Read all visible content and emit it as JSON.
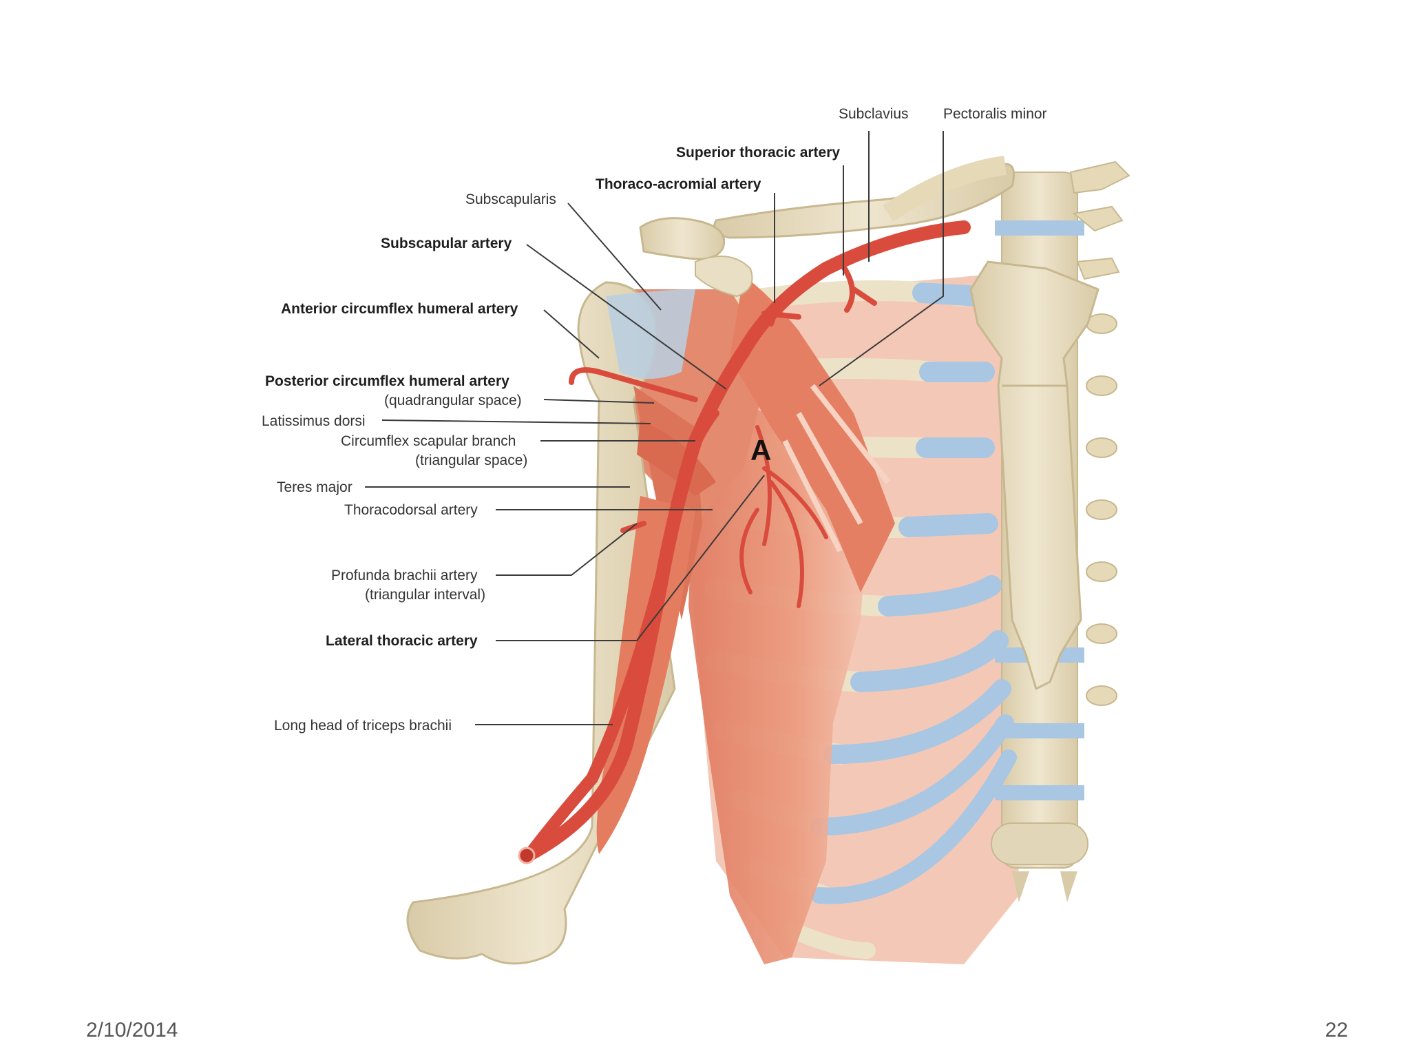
{
  "slide": {
    "date": "2/10/2014",
    "page_number": "22"
  },
  "diagram": {
    "marker": "A",
    "labels": {
      "subclavius": "Subclavius",
      "pectoralis_minor": "Pectoralis minor",
      "superior_thoracic_artery": "Superior thoracic artery",
      "thoraco_acromial_artery": "Thoraco-acromial artery",
      "subscapularis": "Subscapularis",
      "subscapular_artery": "Subscapular artery",
      "anterior_circumflex_humeral_artery": "Anterior circumflex humeral artery",
      "posterior_circumflex_humeral_artery": "Posterior circumflex humeral artery",
      "quadrangular_space": "(quadrangular space)",
      "latissimus_dorsi": "Latissimus dorsi",
      "circumflex_scapular_branch": "Circumflex scapular branch",
      "triangular_space": "(triangular space)",
      "teres_major": "Teres major",
      "thoracodorsal_artery": "Thoracodorsal artery",
      "profunda_brachii_artery": "Profunda brachii artery",
      "triangular_interval": "(triangular interval)",
      "lateral_thoracic_artery": "Lateral thoracic artery",
      "long_head_triceps": "Long head of triceps brachii"
    },
    "colors": {
      "bone": "#ece2c8",
      "bone_outline": "#c7b890",
      "muscle": "#eb9a7e",
      "muscle_dark": "#d9745a",
      "artery": "#d94c3d",
      "cartilage": "#a9c6e2",
      "lead_line": "#3a3a3a"
    }
  }
}
